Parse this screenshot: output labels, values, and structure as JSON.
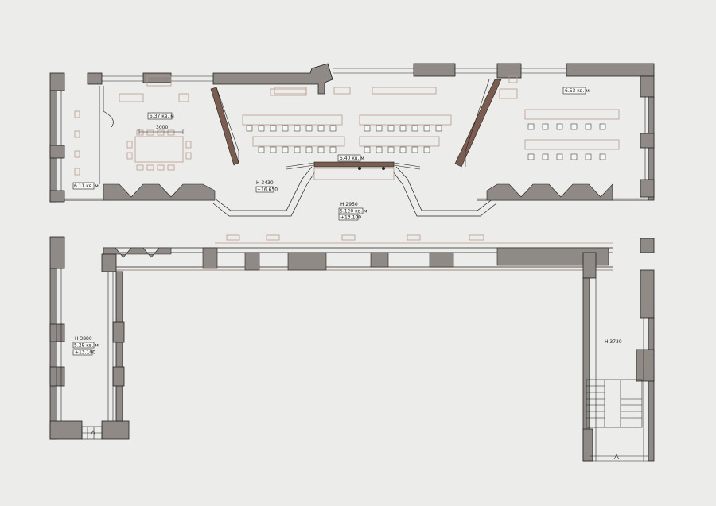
{
  "plan": {
    "rooms": [
      {
        "id": "conference-room",
        "area": "5.37 кв. м",
        "dimension": "3000"
      },
      {
        "id": "small-office",
        "area": "6.11 кв. м"
      },
      {
        "id": "corridor-left",
        "height": "H 3430",
        "level": "+16.650"
      },
      {
        "id": "central-hall",
        "height": "H 2950",
        "area": "5.40 кв. м",
        "area2": "5.120 кв. м",
        "level": "+13.100"
      },
      {
        "id": "classroom-right",
        "area": "6.53 кв. м"
      },
      {
        "id": "left-wing",
        "height": "H 3880",
        "area": "5.28 кв. м",
        "level": "+13.100"
      },
      {
        "id": "right-wing",
        "height": "H 3730"
      }
    ],
    "colors": {
      "wall": "#8f8a86",
      "accent": "#b89a8a",
      "line": "#222222",
      "paper": "#ececeb",
      "wood": "#7b5d4f"
    }
  }
}
